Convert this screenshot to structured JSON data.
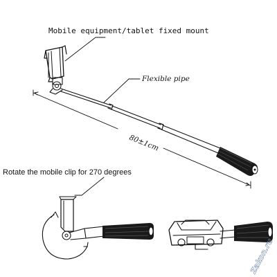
{
  "labels": {
    "mount": "Mobile equipment/tablet fixed mount",
    "pipe": "Flexible pipe",
    "length": "80±1cm",
    "rotate": "Rotate the mobile clip for 270 degrees"
  },
  "watermark": "Zakon.ru",
  "colors": {
    "line": "#111111",
    "grip": "#1a1a1a",
    "watermark": "#7a93ad"
  }
}
